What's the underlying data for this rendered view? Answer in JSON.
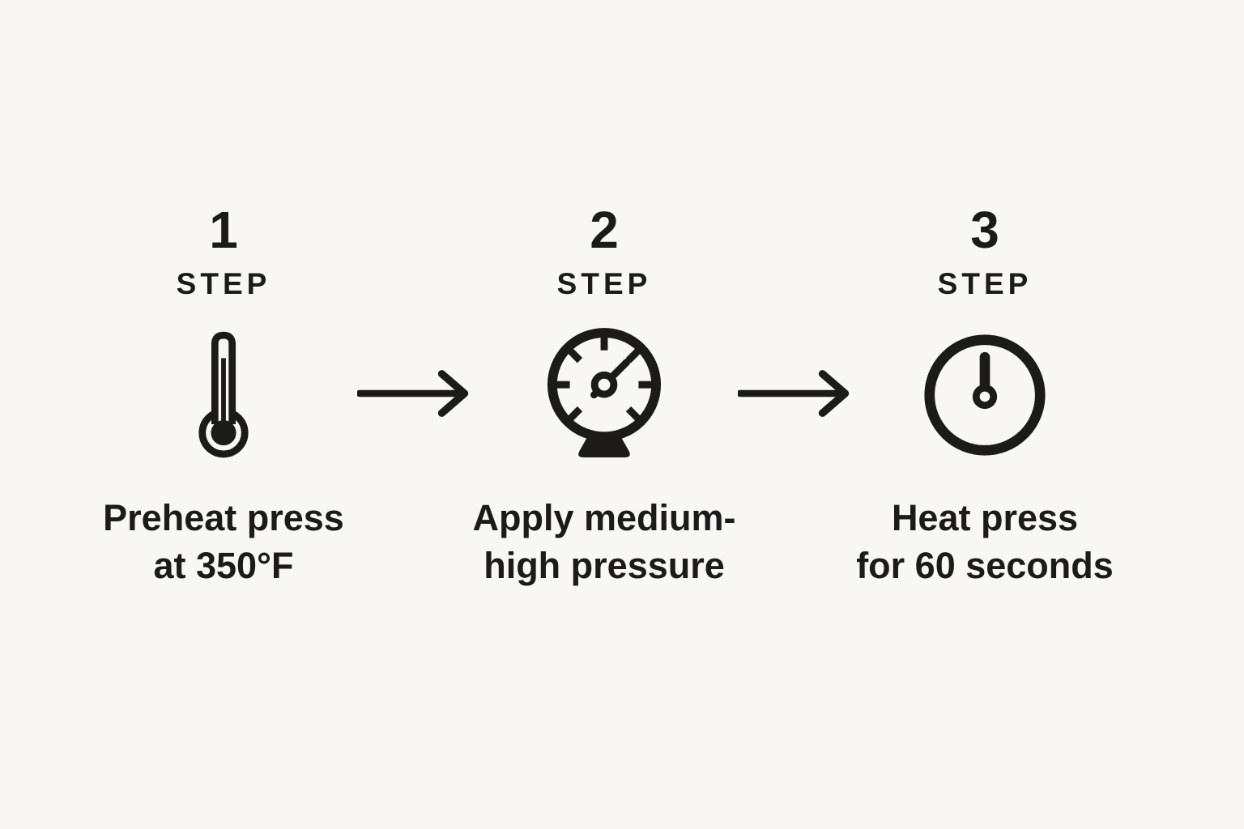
{
  "page": {
    "background": "#f8f7f5",
    "ink": "#1d1b1a"
  },
  "steps": [
    {
      "number": "1",
      "label": "STEP",
      "icon": "thermometer-icon",
      "caption": [
        "Preheat press",
        "at 350°F"
      ]
    },
    {
      "number": "2",
      "label": "STEP",
      "icon": "pressure-gauge-icon",
      "caption": [
        "Apply medium-",
        "high pressure"
      ]
    },
    {
      "number": "3",
      "label": "STEP",
      "icon": "timer-clock-icon",
      "caption": [
        "Heat press",
        "for 60 seconds"
      ]
    }
  ],
  "arrows": [
    {
      "icon": "right-arrow"
    },
    {
      "icon": "right-arrow"
    }
  ]
}
